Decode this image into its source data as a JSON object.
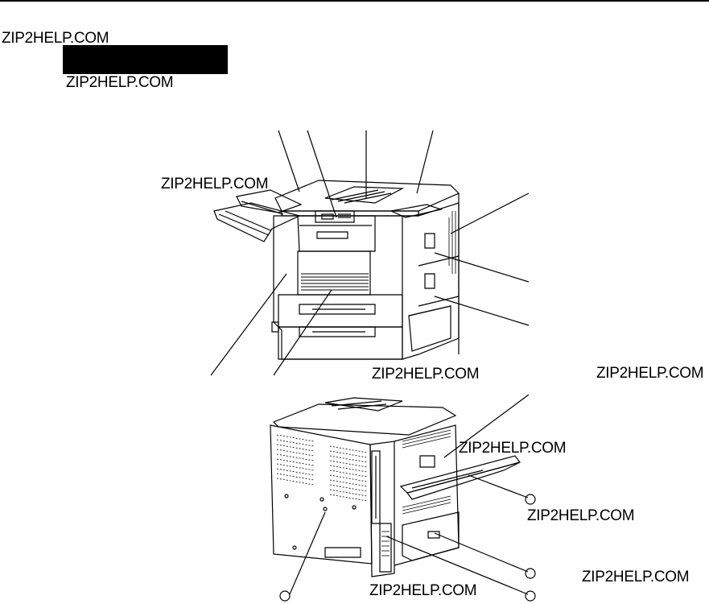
{
  "watermarks": [
    "ZIP2HELP.COM",
    "ZIP2HELP.COM",
    "ZIP2HELP.COM",
    "ZIP2HELP.COM",
    "ZIP2HELP.COM",
    "ZIP2HELP.COM",
    "ZIP2HELP.COM",
    "ZIP2HELP.COM",
    "ZIP2HELP.COM"
  ],
  "colors": {
    "ink": "#000000",
    "paper": "#ffffff"
  }
}
